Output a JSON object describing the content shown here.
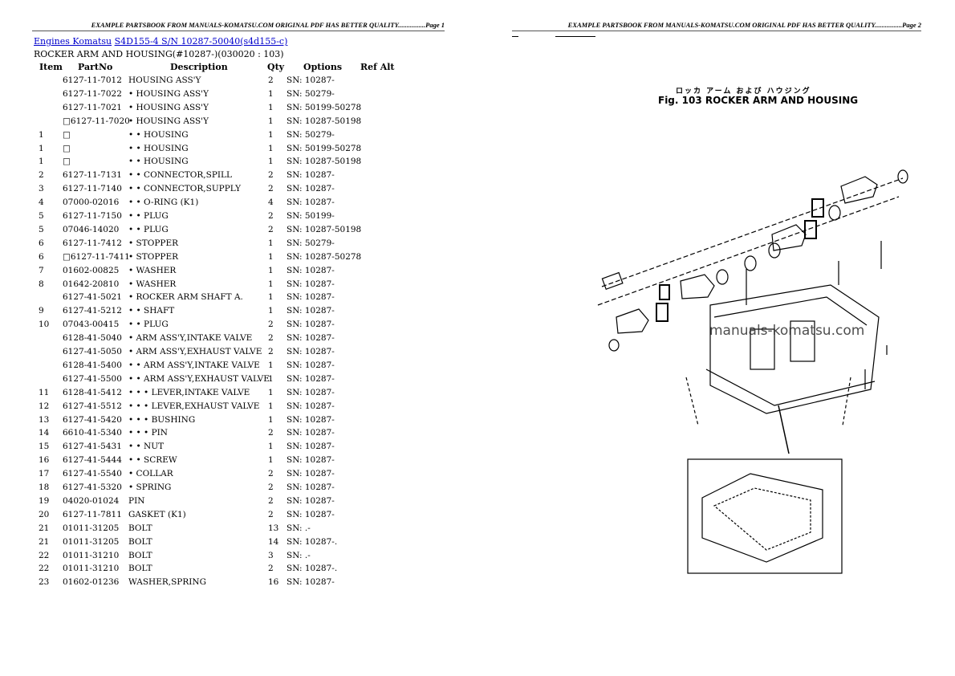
{
  "header_left": "EXAMPLE PARTSBOOK FROM MANUALS-KOMATSU.COM ORIGINAL PDF HAS BETTER QUALITY................Page 1",
  "header_right": "EXAMPLE PARTSBOOK FROM MANUALS-KOMATSU.COM ORIGINAL PDF HAS BETTER QUALITY................Page 2",
  "breadcrumb": {
    "link1": "Engines Komatsu",
    "link2": "S4D155-4 S/N 10287-50040(s4d155-c)"
  },
  "subtitle": "ROCKER ARM AND HOUSING(#10287-)(030020 : 103)",
  "columns": {
    "item": "Item",
    "partno": "PartNo",
    "description": "Description",
    "qty": "Qty",
    "options": "Options",
    "refalt": "Ref Alt"
  },
  "rows": [
    {
      "item": "",
      "part": "6127-11-7012",
      "desc": "HOUSING ASS'Y",
      "qty": "2",
      "opt": "SN: 10287-"
    },
    {
      "item": "",
      "part": "6127-11-7022",
      "desc": "• HOUSING ASS'Y",
      "qty": "1",
      "opt": "SN: 50279-"
    },
    {
      "item": "",
      "part": "6127-11-7021",
      "desc": "• HOUSING ASS'Y",
      "qty": "1",
      "opt": "SN: 50199-50278"
    },
    {
      "item": "",
      "part": "□6127-11-7020",
      "desc": "• HOUSING ASS'Y",
      "qty": "1",
      "opt": "SN: 10287-50198"
    },
    {
      "item": "1",
      "part": "□",
      "desc": "• • HOUSING",
      "qty": "1",
      "opt": "SN: 50279-"
    },
    {
      "item": "1",
      "part": "□",
      "desc": "• • HOUSING",
      "qty": "1",
      "opt": "SN: 50199-50278"
    },
    {
      "item": "1",
      "part": "□",
      "desc": "• • HOUSING",
      "qty": "1",
      "opt": "SN: 10287-50198"
    },
    {
      "item": "2",
      "part": "6127-11-7131",
      "desc": "• • CONNECTOR,SPILL",
      "qty": "2",
      "opt": "SN: 10287-"
    },
    {
      "item": "3",
      "part": "6127-11-7140",
      "desc": "• • CONNECTOR,SUPPLY",
      "qty": "2",
      "opt": "SN: 10287-"
    },
    {
      "item": "4",
      "part": "07000-02016",
      "desc": "• • O-RING (K1)",
      "qty": "4",
      "opt": "SN: 10287-"
    },
    {
      "item": "5",
      "part": "6127-11-7150",
      "desc": "• • PLUG",
      "qty": "2",
      "opt": "SN: 50199-"
    },
    {
      "item": "5",
      "part": "07046-14020",
      "desc": "• • PLUG",
      "qty": "2",
      "opt": "SN: 10287-50198"
    },
    {
      "item": "6",
      "part": "6127-11-7412",
      "desc": "• STOPPER",
      "qty": "1",
      "opt": "SN: 50279-"
    },
    {
      "item": "6",
      "part": "□6127-11-7411",
      "desc": "• STOPPER",
      "qty": "1",
      "opt": "SN: 10287-50278"
    },
    {
      "item": "7",
      "part": "01602-00825",
      "desc": "• WASHER",
      "qty": "1",
      "opt": "SN: 10287-"
    },
    {
      "item": "8",
      "part": "01642-20810",
      "desc": "• WASHER",
      "qty": "1",
      "opt": "SN: 10287-"
    },
    {
      "item": "",
      "part": "6127-41-5021",
      "desc": "• ROCKER ARM SHAFT A.",
      "qty": "1",
      "opt": "SN: 10287-"
    },
    {
      "item": "9",
      "part": "6127-41-5212",
      "desc": "• • SHAFT",
      "qty": "1",
      "opt": "SN: 10287-"
    },
    {
      "item": "10",
      "part": "07043-00415",
      "desc": "• • PLUG",
      "qty": "2",
      "opt": "SN: 10287-"
    },
    {
      "item": "",
      "part": "6128-41-5040",
      "desc": "• ARM ASS'Y,INTAKE VALVE",
      "qty": "2",
      "opt": "SN: 10287-"
    },
    {
      "item": "",
      "part": "6127-41-5050",
      "desc": "• ARM ASS'Y,EXHAUST VALVE",
      "qty": "2",
      "opt": "SN: 10287-"
    },
    {
      "item": "",
      "part": "6128-41-5400",
      "desc": "• • ARM ASS'Y,INTAKE VALVE",
      "qty": "1",
      "opt": "SN: 10287-"
    },
    {
      "item": "",
      "part": "6127-41-5500",
      "desc": "• • ARM ASS'Y,EXHAUST VALVE",
      "qty": "1",
      "opt": "SN: 10287-"
    },
    {
      "item": "11",
      "part": "6128-41-5412",
      "desc": "• • • LEVER,INTAKE VALVE",
      "qty": "1",
      "opt": "SN: 10287-"
    },
    {
      "item": "12",
      "part": "6127-41-5512",
      "desc": "• • • LEVER,EXHAUST VALVE",
      "qty": "1",
      "opt": "SN: 10287-"
    },
    {
      "item": "13",
      "part": "6127-41-5420",
      "desc": "• • • BUSHING",
      "qty": "1",
      "opt": "SN: 10287-"
    },
    {
      "item": "14",
      "part": "6610-41-5340",
      "desc": "• • • PIN",
      "qty": "2",
      "opt": "SN: 10287-"
    },
    {
      "item": "15",
      "part": "6127-41-5431",
      "desc": "• • NUT",
      "qty": "1",
      "opt": "SN: 10287-"
    },
    {
      "item": "16",
      "part": "6127-41-5444",
      "desc": "• • SCREW",
      "qty": "1",
      "opt": "SN: 10287-"
    },
    {
      "item": "17",
      "part": "6127-41-5540",
      "desc": "• COLLAR",
      "qty": "2",
      "opt": "SN: 10287-"
    },
    {
      "item": "18",
      "part": "6127-41-5320",
      "desc": "• SPRING",
      "qty": "2",
      "opt": "SN: 10287-"
    },
    {
      "item": "19",
      "part": "04020-01024",
      "desc": "PIN",
      "qty": "2",
      "opt": "SN: 10287-"
    },
    {
      "item": "20",
      "part": "6127-11-7811",
      "desc": "GASKET (K1)",
      "qty": "2",
      "opt": "SN: 10287-"
    },
    {
      "item": "21",
      "part": "01011-31205",
      "desc": "BOLT",
      "qty": "13",
      "opt": "SN: .-"
    },
    {
      "item": "21",
      "part": "01011-31205",
      "desc": "BOLT",
      "qty": "14",
      "opt": "SN: 10287-."
    },
    {
      "item": "22",
      "part": "01011-31210",
      "desc": "BOLT",
      "qty": "3",
      "opt": "SN: .-"
    },
    {
      "item": "22",
      "part": "01011-31210",
      "desc": "BOLT",
      "qty": "2",
      "opt": "SN: 10287-."
    },
    {
      "item": "23",
      "part": "01602-01236",
      "desc": "WASHER,SPRING",
      "qty": "16",
      "opt": "SN: 10287-"
    }
  ],
  "figure": {
    "title_jp": "ロッカ アーム および ハウジング",
    "title_en": "Fig. 103 ROCKER ARM AND HOUSING",
    "watermark": "manuals-komatsu.com"
  }
}
